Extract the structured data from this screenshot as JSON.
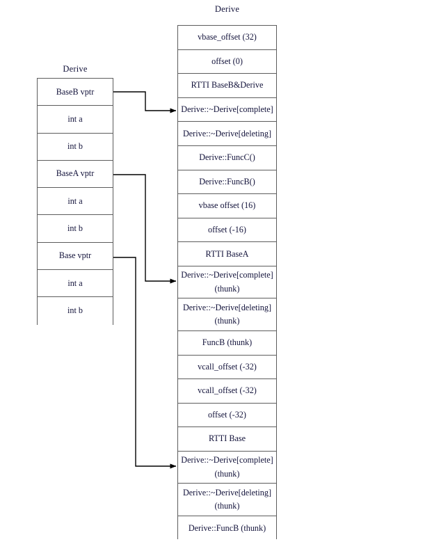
{
  "diagram": {
    "left_column": {
      "title": "Derive",
      "rows": [
        {
          "label": "BaseB vptr",
          "pointer": true
        },
        {
          "label": "int a",
          "pointer": false
        },
        {
          "label": "int b",
          "pointer": false
        },
        {
          "label": "BaseA vptr",
          "pointer": true
        },
        {
          "label": "int a",
          "pointer": false
        },
        {
          "label": "int b",
          "pointer": false
        },
        {
          "label": "Base vptr",
          "pointer": true
        },
        {
          "label": "int a",
          "pointer": false
        },
        {
          "label": "int b",
          "pointer": false
        }
      ]
    },
    "right_column": {
      "title": "Derive",
      "rows": [
        {
          "label": "vbase_offset (32)",
          "sub": "",
          "tall": false
        },
        {
          "label": "offset (0)",
          "sub": "",
          "tall": false
        },
        {
          "label": "RTTI BaseB&Derive",
          "sub": "",
          "tall": false
        },
        {
          "label": "Derive::~Derive[complete]",
          "sub": "",
          "tall": false
        },
        {
          "label": "Derive::~Derive[deleting]",
          "sub": "",
          "tall": false
        },
        {
          "label": "Derive::FuncC()",
          "sub": "",
          "tall": false
        },
        {
          "label": "Derive::FuncB()",
          "sub": "",
          "tall": false
        },
        {
          "label": "vbase offset (16)",
          "sub": "",
          "tall": false
        },
        {
          "label": "offset (-16)",
          "sub": "",
          "tall": false
        },
        {
          "label": "RTTI BaseA",
          "sub": "",
          "tall": false
        },
        {
          "label": "Derive::~Derive[complete]",
          "sub": "(thunk)",
          "tall": true
        },
        {
          "label": "Derive::~Derive[deleting]",
          "sub": "(thunk)",
          "tall": true
        },
        {
          "label": "FuncB (thunk)",
          "sub": "",
          "tall": false
        },
        {
          "label": "vcall_offset (-32)",
          "sub": "",
          "tall": false
        },
        {
          "label": "vcall_offset (-32)",
          "sub": "",
          "tall": false
        },
        {
          "label": "offset (-32)",
          "sub": "",
          "tall": false
        },
        {
          "label": "RTTI Base",
          "sub": "",
          "tall": false
        },
        {
          "label": "Derive::~Derive[complete]",
          "sub": "(thunk)",
          "tall": true
        },
        {
          "label": "Derive::~Derive[deleting]",
          "sub": "(thunk)",
          "tall": true
        },
        {
          "label": "Derive::FuncB (thunk)",
          "sub": "",
          "tall": false
        }
      ]
    },
    "connections": [
      {
        "name": "baseb-vptr-to-vtable",
        "from_row": 0,
        "to_row": 3
      },
      {
        "name": "basea-vptr-to-vtable",
        "from_row": 3,
        "to_row": 10
      },
      {
        "name": "base-vptr-to-vtable",
        "from_row": 6,
        "to_row": 17
      }
    ],
    "colors": {
      "stroke": "#5c5c5c",
      "connector": "#000000",
      "text": "#12123a",
      "background": "#ffffff"
    }
  }
}
